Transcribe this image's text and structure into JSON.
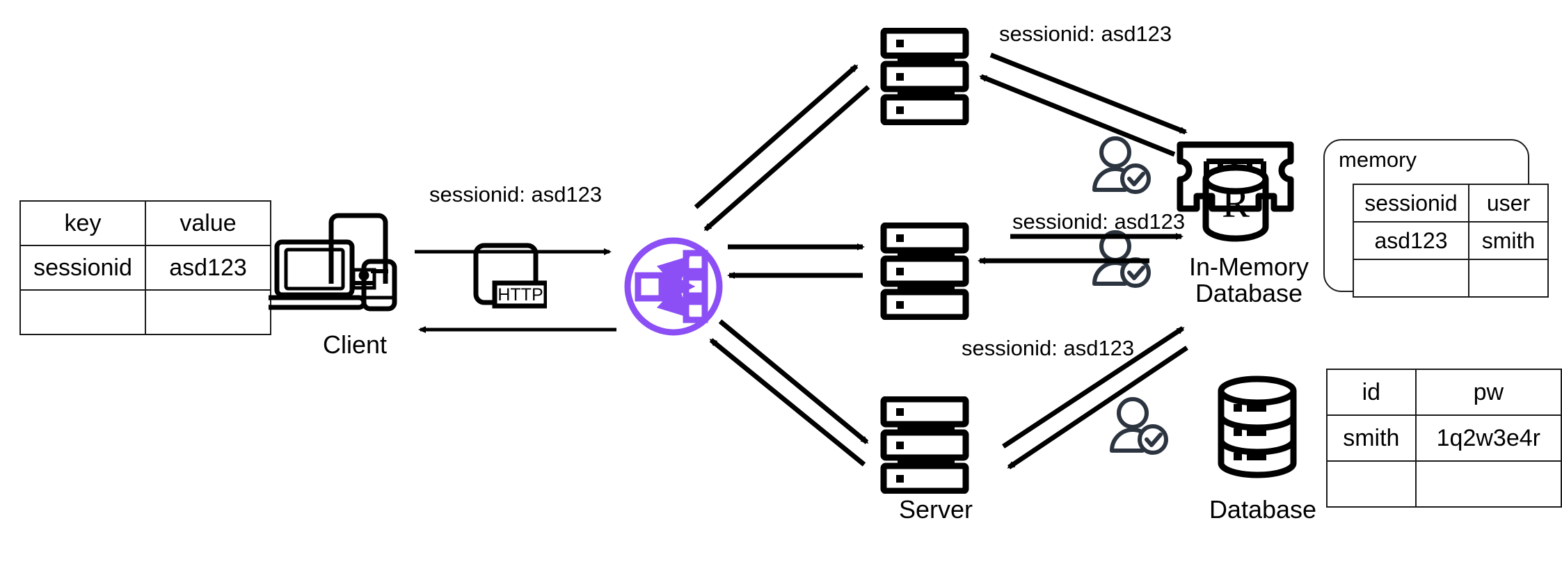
{
  "diagram": {
    "title": "Session management with load balancer and in-memory database",
    "colors": {
      "load_balancer_purple": "#8c4ff5",
      "user_check_navy": "#2c3440",
      "ink_black": "#000000"
    },
    "nodes": {
      "client": {
        "label": "Client",
        "icon": "client-devices-icon"
      },
      "http": {
        "label": "HTTP",
        "icon": "http-icon"
      },
      "load_balancer": {
        "icon": "load-balancer-icon"
      },
      "server": {
        "label": "Server",
        "icon": "server-rack-icon"
      },
      "in_memory_database": {
        "label_line1": "In-Memory",
        "label_line2": "Database",
        "icon": "in-memory-database-icon",
        "badge_letter": "R"
      },
      "database": {
        "label": "Database",
        "icon": "database-cylinder-icon"
      },
      "user_check": {
        "icon": "user-check-icon"
      }
    },
    "arrow_labels": {
      "client_to_lb": "sessionid: asd123",
      "server_top_to_imdb": "sessionid: asd123",
      "server_mid_to_imdb": "sessionid: asd123",
      "server_bot_to_imdb": "sessionid: asd123"
    },
    "tables": {
      "key_value": {
        "headers": [
          "key",
          "value"
        ],
        "rows": [
          [
            "sessionid",
            "asd123"
          ],
          [
            "",
            ""
          ]
        ]
      },
      "memory": {
        "panel_label": "memory",
        "headers": [
          "sessionid",
          "user"
        ],
        "rows": [
          [
            "asd123",
            "smith"
          ],
          [
            "",
            ""
          ]
        ]
      },
      "database": {
        "headers": [
          "id",
          "pw"
        ],
        "rows": [
          [
            "smith",
            "1q2w3e4r"
          ],
          [
            "",
            ""
          ]
        ]
      }
    }
  }
}
